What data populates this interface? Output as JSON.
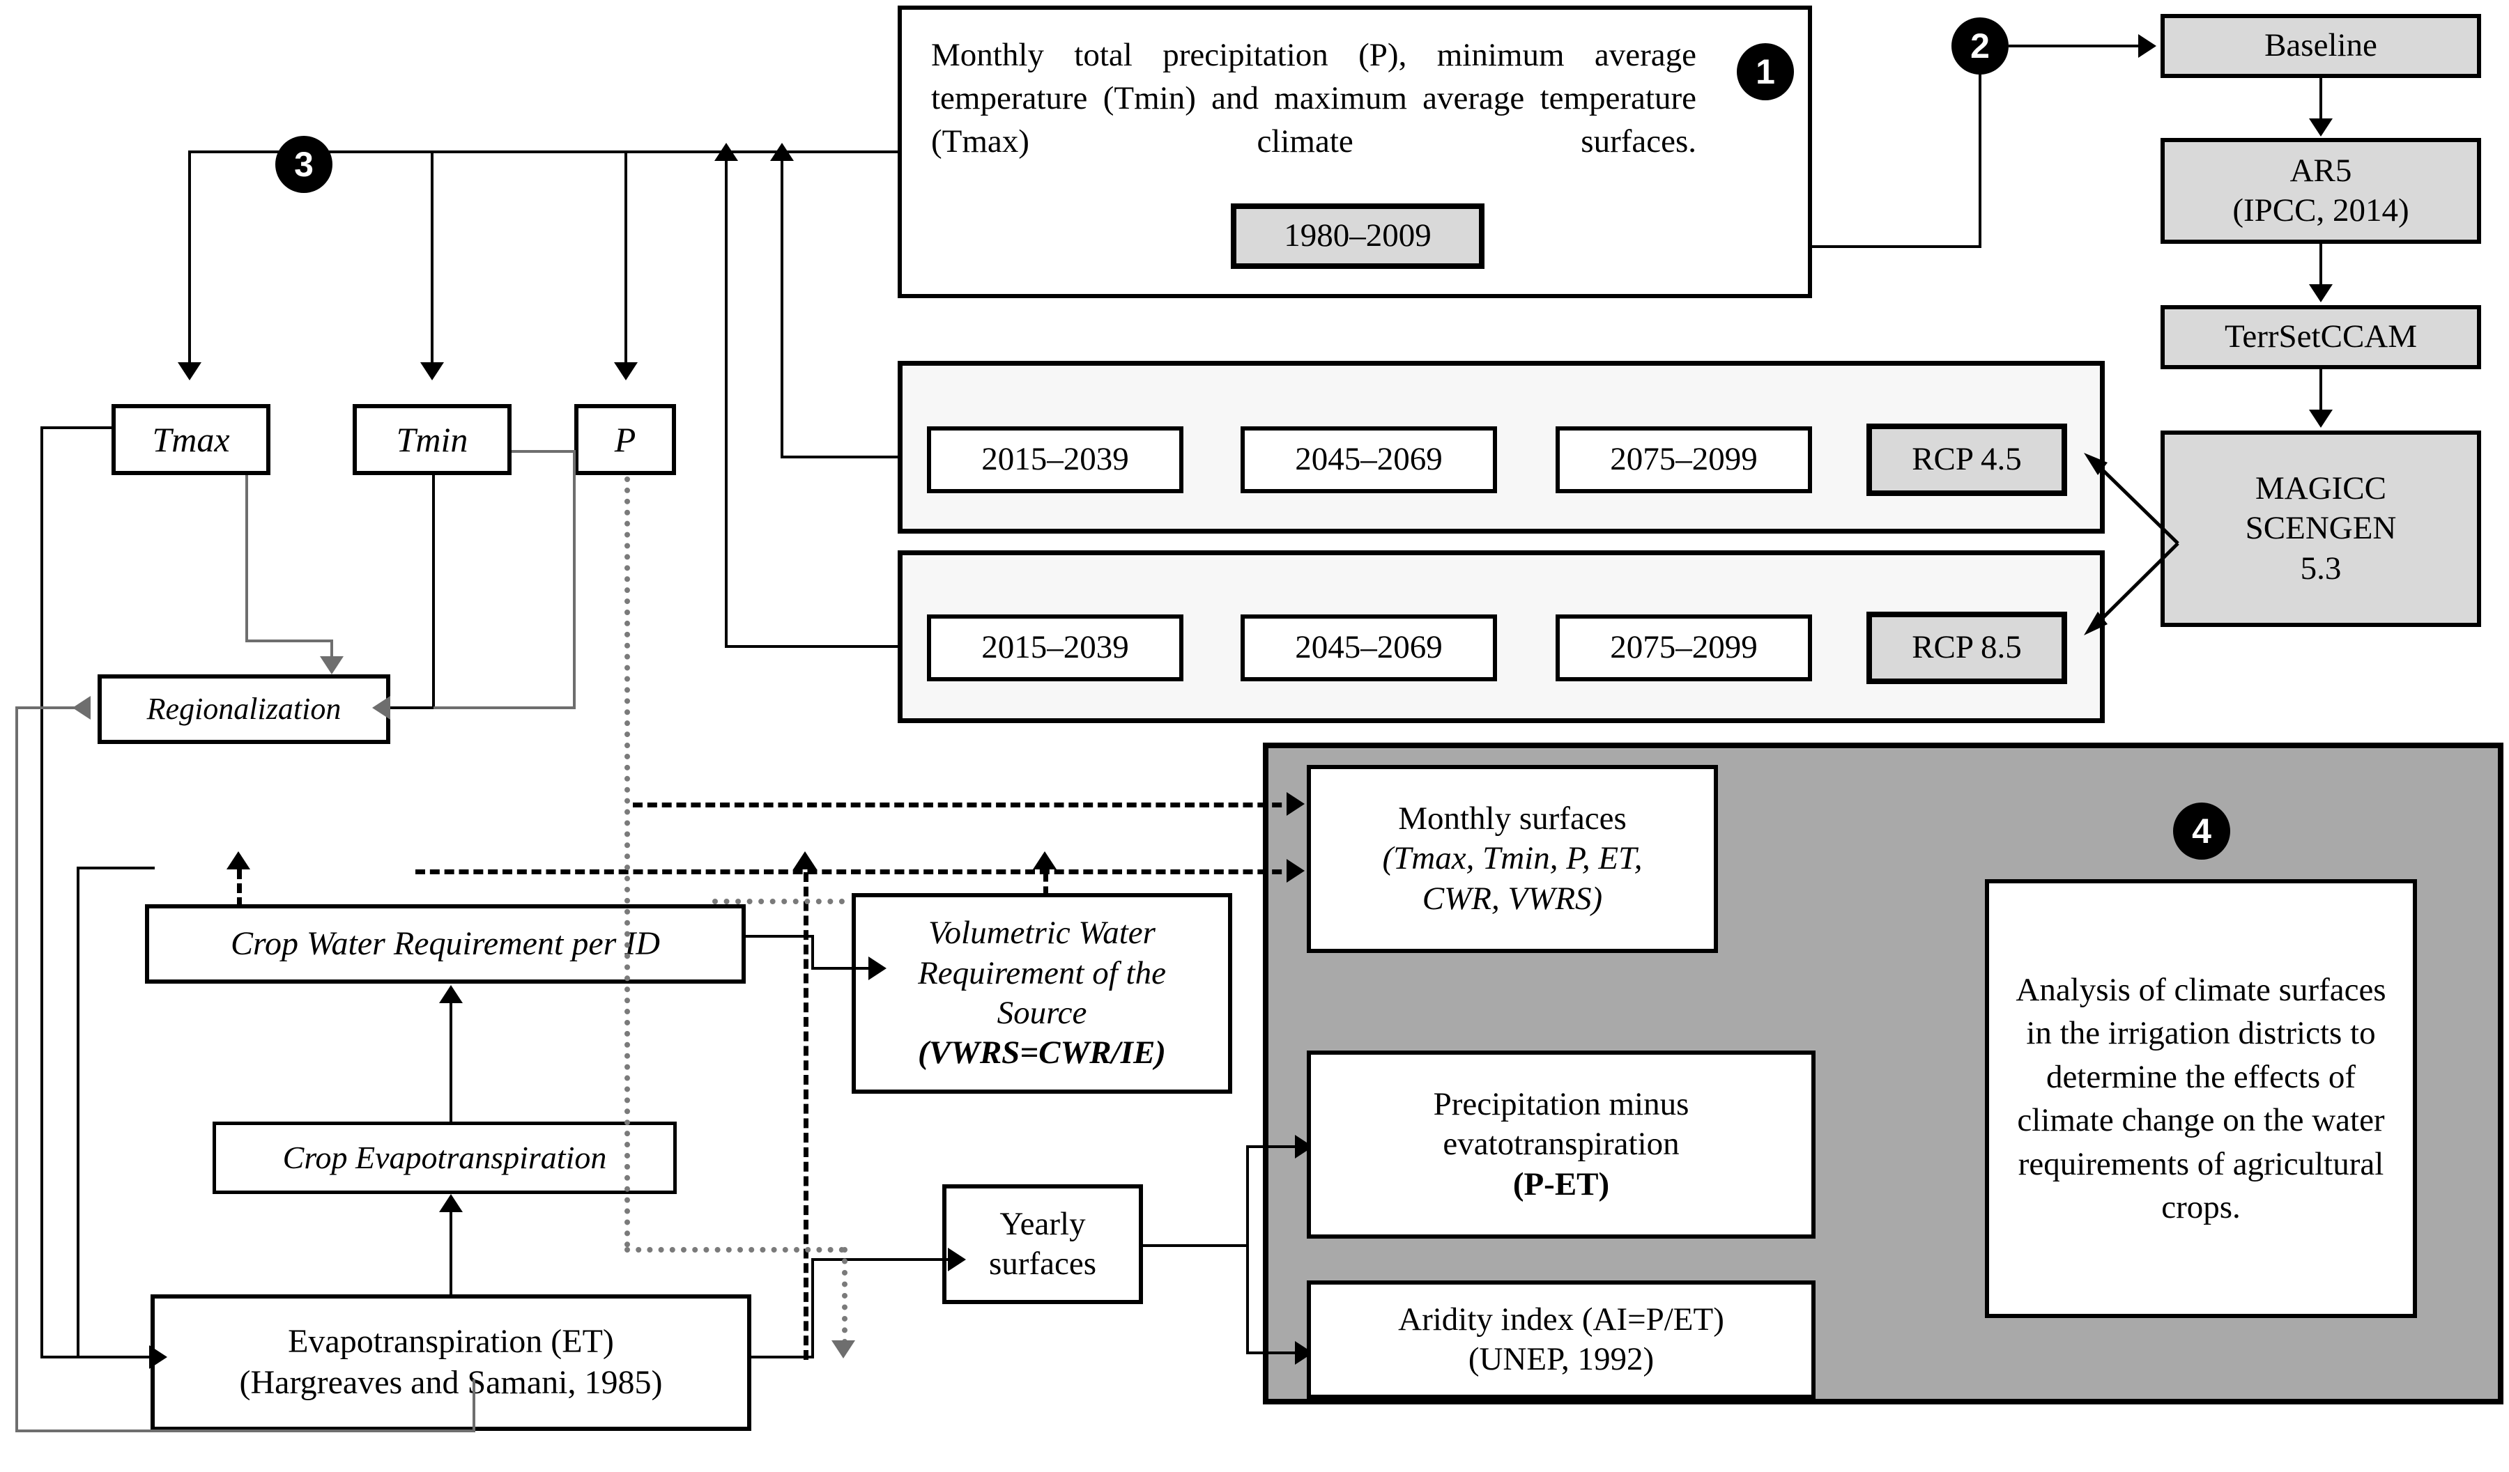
{
  "markers": {
    "m1": "1",
    "m2": "2",
    "m3": "3",
    "m4": "4"
  },
  "climate_source": {
    "description": "Monthly total precipitation (P), minimum average temperature (Tmin) and maximum average temperature (Tmax) climate surfaces.",
    "period_label": "1980–2009"
  },
  "model_chain": {
    "baseline": "Baseline",
    "ar5": "AR5\n(IPCC, 2014)",
    "ar5_line1": "AR5",
    "ar5_line2": "(IPCC, 2014)",
    "terrset": "TerrSetCCAM",
    "magicc_line1": "MAGICC",
    "magicc_line2": "SCENGEN",
    "magicc_line3": "5.3"
  },
  "scenarios": [
    {
      "name": "RCP 4.5",
      "periods": [
        "2015–2039",
        "2045–2069",
        "2075–2099"
      ]
    },
    {
      "name": "RCP 8.5",
      "periods": [
        "2015–2039",
        "2045–2069",
        "2075–2099"
      ]
    }
  ],
  "variables": {
    "tmax": "Tmax",
    "tmin": "Tmin",
    "p": "P"
  },
  "processes": {
    "regionalization": "Regionalization",
    "crop_water_requirement": "Crop Water Requirement per ID",
    "crop_evapotranspiration": "Crop Evapotranspiration",
    "evapotranspiration_line1": "Evapotranspiration (ET)",
    "evapotranspiration_line2": "(Hargreaves and Samani, 1985)",
    "vwrs_line1": "Volumetric Water",
    "vwrs_line2": "Requirement of the",
    "vwrs_line3": "Source",
    "vwrs_line4": "(VWRS=CWR/IE)",
    "yearly_line1": "Yearly",
    "yearly_line2": "surfaces"
  },
  "outputs": {
    "monthly_surfaces_line1": "Monthly surfaces",
    "monthly_surfaces_line2": "(Tmax, Tmin, P, ET,",
    "monthly_surfaces_line3": "CWR, VWRS)",
    "p_minus_et_line1": "Precipitation minus",
    "p_minus_et_line2": "evatotranspiration",
    "p_minus_et_line3": "(P-ET)",
    "aridity_line1": "Aridity index (AI=P/ET)",
    "aridity_line2": "(UNEP, 1992)"
  },
  "analysis": {
    "text": "Analysis of climate surfaces in the irrigation districts to determine the effects of climate change on the water requirements of agricultural crops."
  },
  "colors": {
    "shaded_fill": "#d9d9d9",
    "panel_fill": "#f7f7f7",
    "gray_panel_fill": "#a9a9a9",
    "stroke": "#000000",
    "gray_stroke": "#6e6e6e"
  }
}
